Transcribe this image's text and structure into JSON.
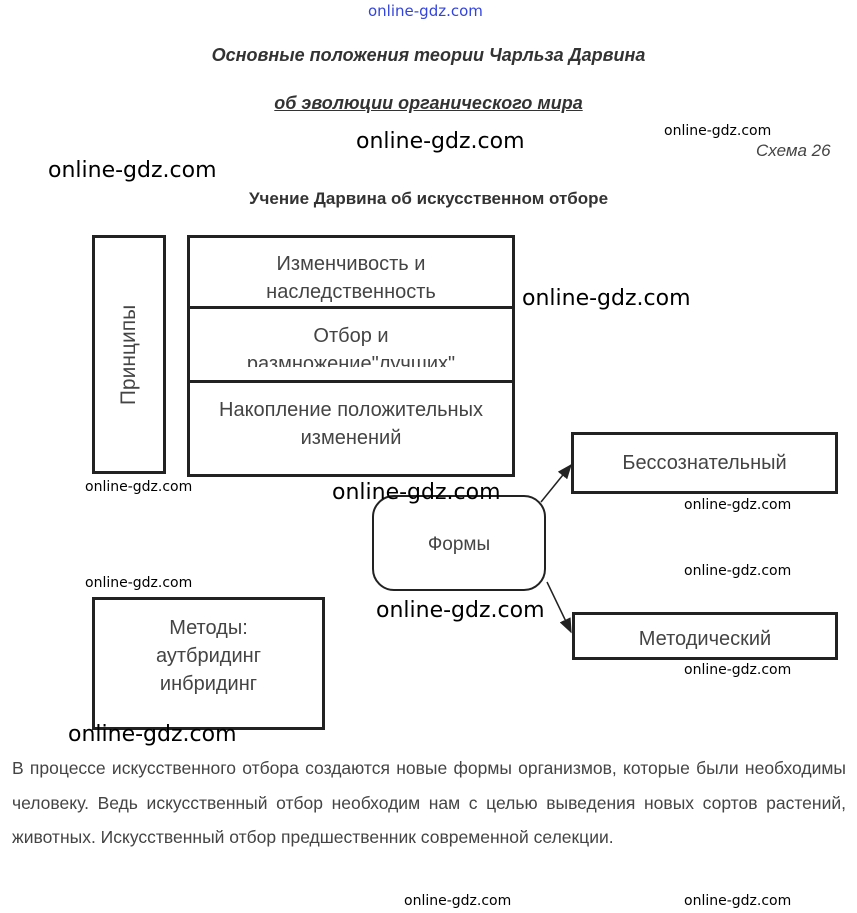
{
  "watermark": "online-gdz.com",
  "title_line1": "Основные положения теории Чарльза Дарвина",
  "title_line2": "об эволюции органического мира",
  "scheme_label": "Схема 26",
  "subtitle": "Учение Дарвина об искусственном отборе",
  "principles": {
    "label": "Принципы",
    "items": [
      "Изменчивость и наследственность",
      "Отбор и размножение\"лучших\"",
      "Накопление положительных изменений"
    ]
  },
  "forms": {
    "label": "Формы",
    "items": [
      "Бессознательный",
      "Методический"
    ]
  },
  "methods": {
    "title": "Методы:",
    "items": [
      "аутбридинг",
      "инбридинг"
    ]
  },
  "paragraph": "В процессе искусственного отбора создаются новые формы организмов, которые были необходимы человеку. Ведь искусственный отбор необходим нам с целью выведения новых сортов растений, животных. Искусственный отбор предшественник современной селекции."
}
